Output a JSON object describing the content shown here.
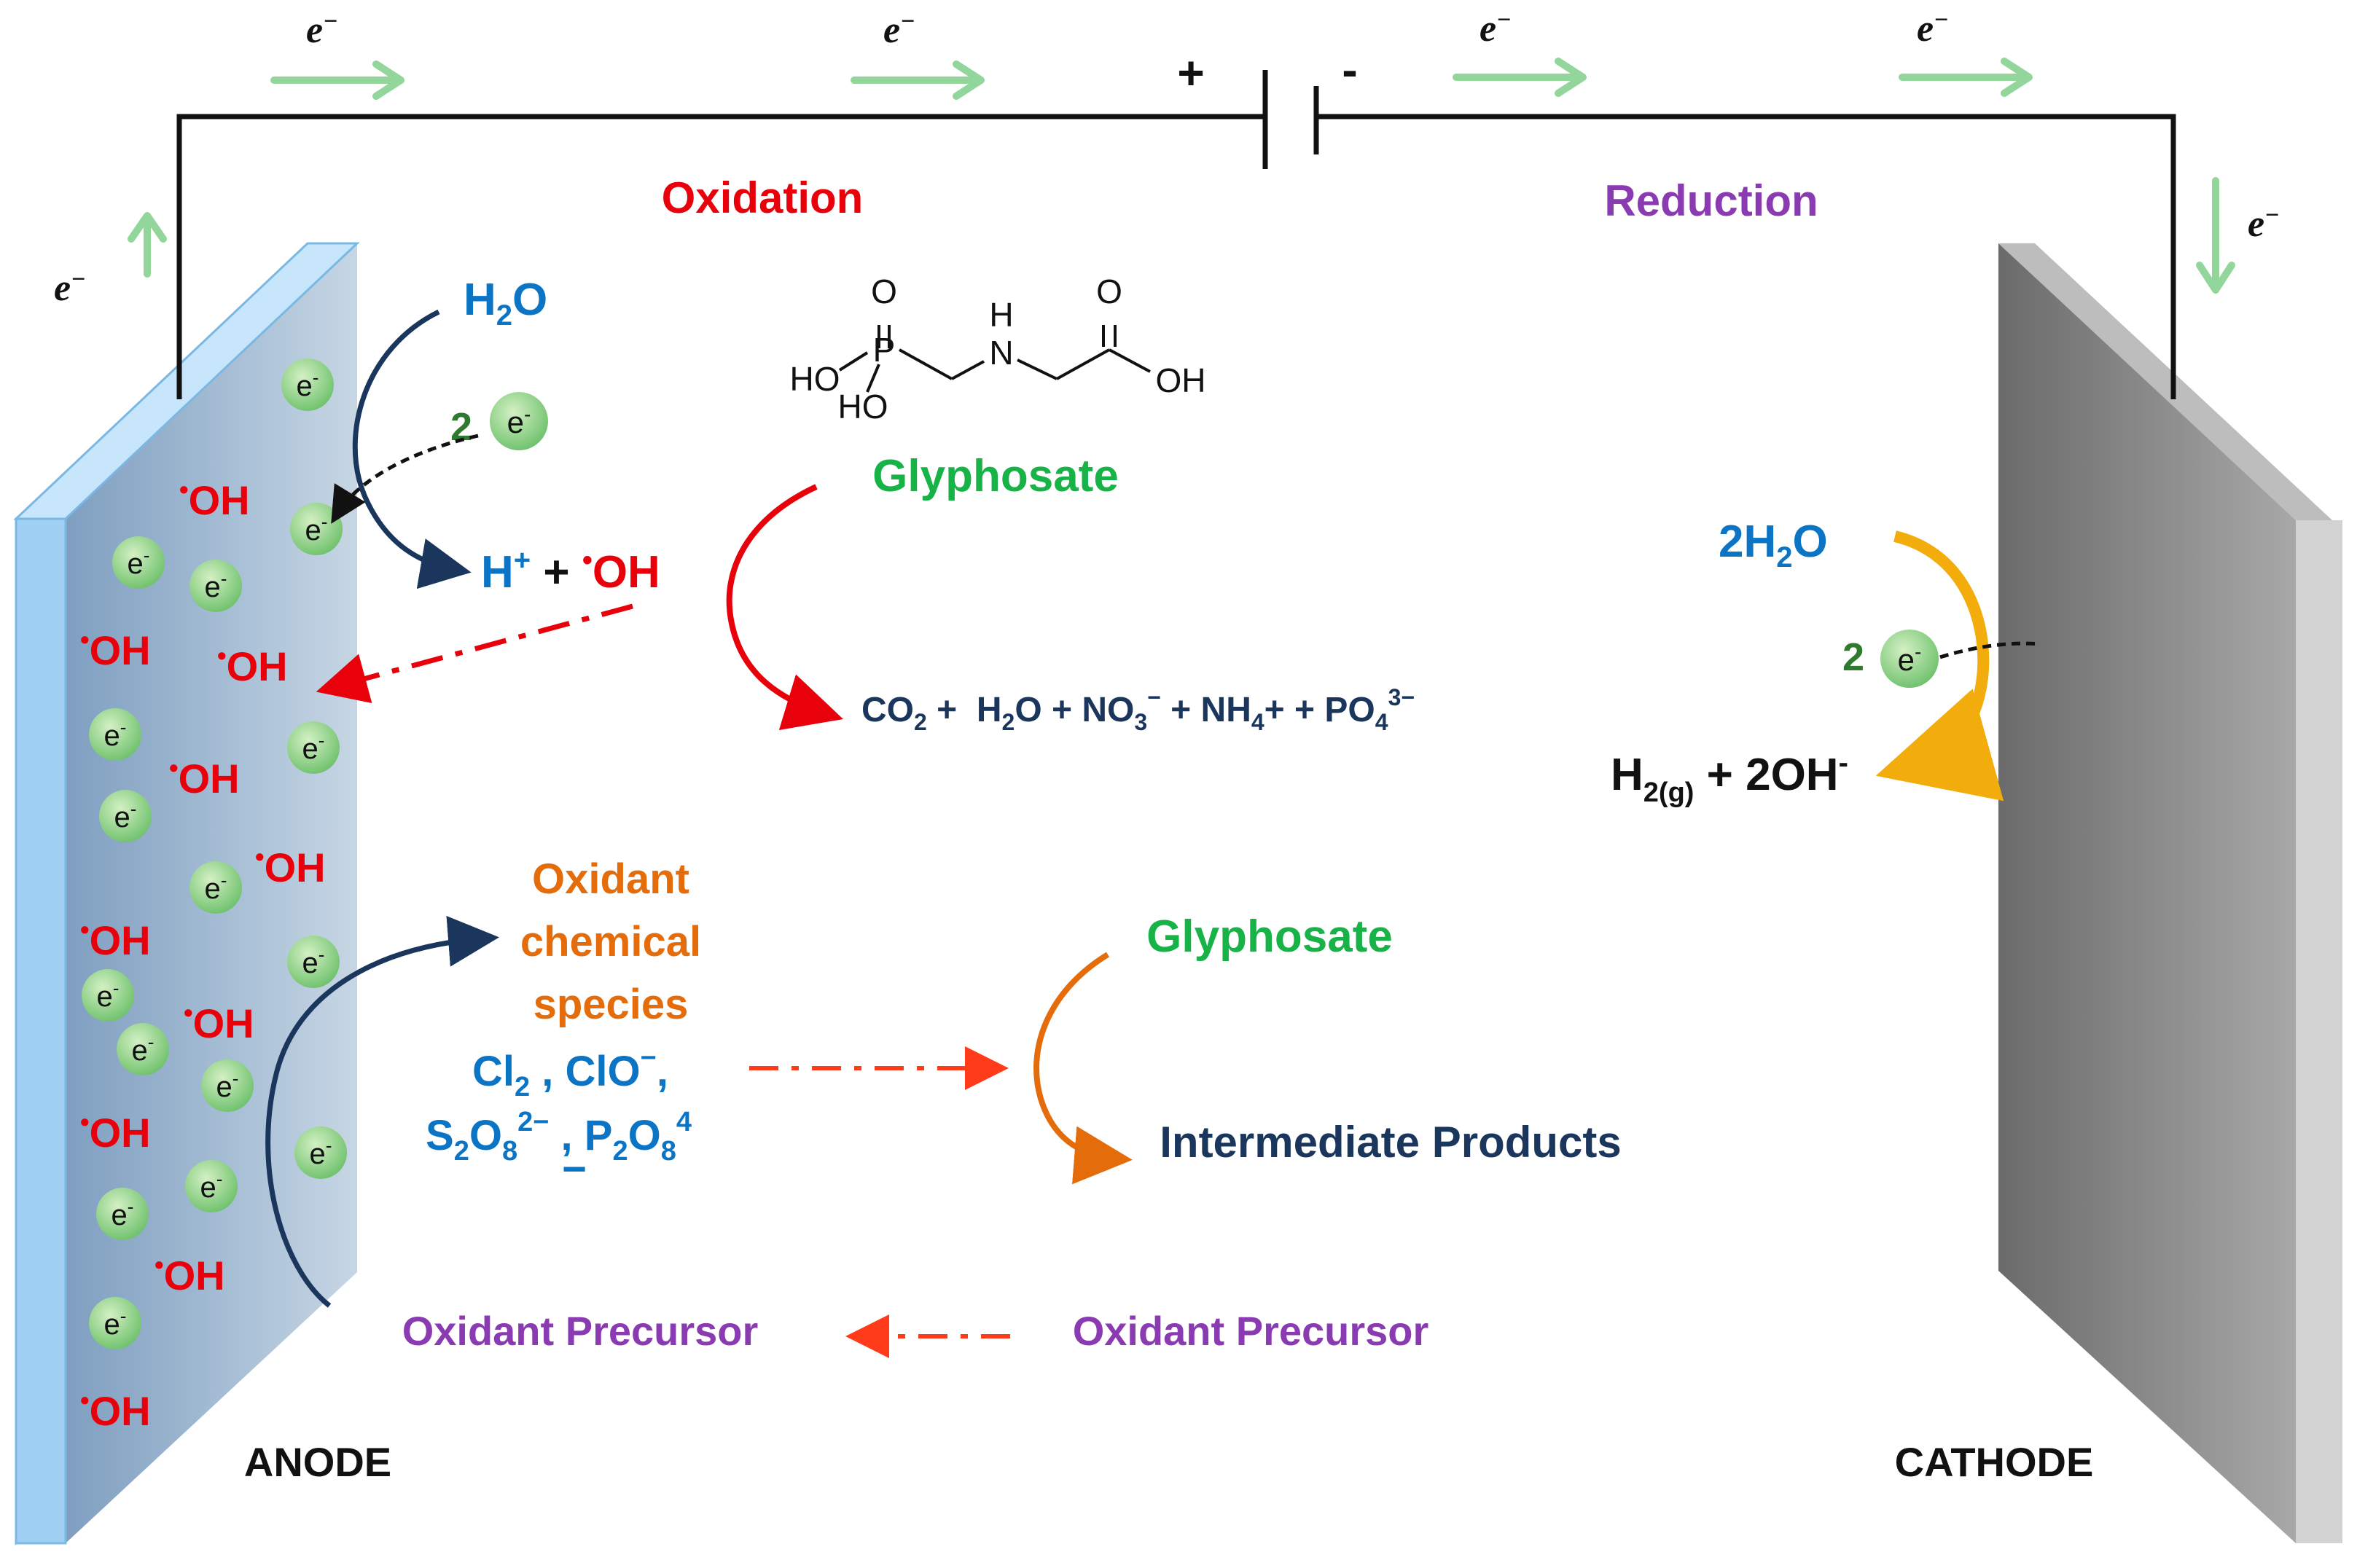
{
  "electron_symbol": "e",
  "electron_sup": "−",
  "electron_badge": "e",
  "electron_badge_sup": "-",
  "battery": {
    "plus": "+",
    "minus": "-"
  },
  "labels": {
    "oxidation": "Oxidation",
    "reduction": "Reduction",
    "anode": "ANODE",
    "cathode": "CATHODE"
  },
  "anode_side": {
    "water": {
      "main": "H",
      "sub": "2",
      "end": "O"
    },
    "two_electrons": "2",
    "products": {
      "h": "H",
      "h_sup": "+",
      "plus": " + ",
      "radical_dot": "•",
      "oh": "OH"
    },
    "radical_label": "OH",
    "radical_dot": "•"
  },
  "glyphosate_structure": {
    "atoms": {
      "O_top1": "O",
      "P": "P",
      "HO_1": "HO",
      "HO_2": "HO",
      "N": "N",
      "H": "H",
      "O_top2": "O",
      "OH": "OH"
    }
  },
  "glyphosate_label": "Glyphosate",
  "mineralization": {
    "co": "CO",
    "co_sub": "2",
    "plus1": " +  ",
    "h2o_h": "H",
    "h2o_sub": "2",
    "h2o_o": "O",
    "plus2": " + ",
    "no": "NO",
    "no_sub": "3",
    "no_sup": "−",
    "plus3": " + ",
    "nh": "NH",
    "nh_sub": "4",
    "nh_plus": "+",
    "plus4": " + ",
    "po": "PO",
    "po_sub": "4",
    "po_sup": "3−"
  },
  "cathode_side": {
    "water": {
      "coef": "2H",
      "sub": "2",
      "end": "O"
    },
    "two_electrons": "2",
    "products": {
      "h": "H",
      "h_sub": "2(g)",
      "rest": " + 2OH",
      "sup": "-"
    }
  },
  "oxidant": {
    "line1": "Oxidant",
    "line2": "chemical",
    "line3": "species",
    "species1": {
      "cl": "Cl",
      "cl_sub": "2",
      "sep": " , ",
      "clo": "ClO",
      "clo_sup": "−",
      "comma": ","
    },
    "species2": {
      "s": "S",
      "s_sub1": "2",
      "o": "O",
      "s_sub2": "8",
      "s_sup": "2−",
      "sep": " , ",
      "p": "P",
      "p_sub1": "2",
      "p_o": "O",
      "p_sub2": "8",
      "p_sup": "4",
      "under": "−"
    }
  },
  "glyphosate_label_2": "Glyphosate",
  "intermediate": "Intermediate Products",
  "precursor_left": "Oxidant Precursor",
  "precursor_right": "Oxidant Precursor",
  "colors": {
    "blue": "#0b74c4",
    "red": "#e8000b",
    "green": "#17b347",
    "purple": "#8b3bb2",
    "orange": "#e46c0a",
    "navy": "#1b365d",
    "dark_green": "#2f7a2f",
    "arrow_green": "#93d69b",
    "amber": "#f2ac0c"
  }
}
